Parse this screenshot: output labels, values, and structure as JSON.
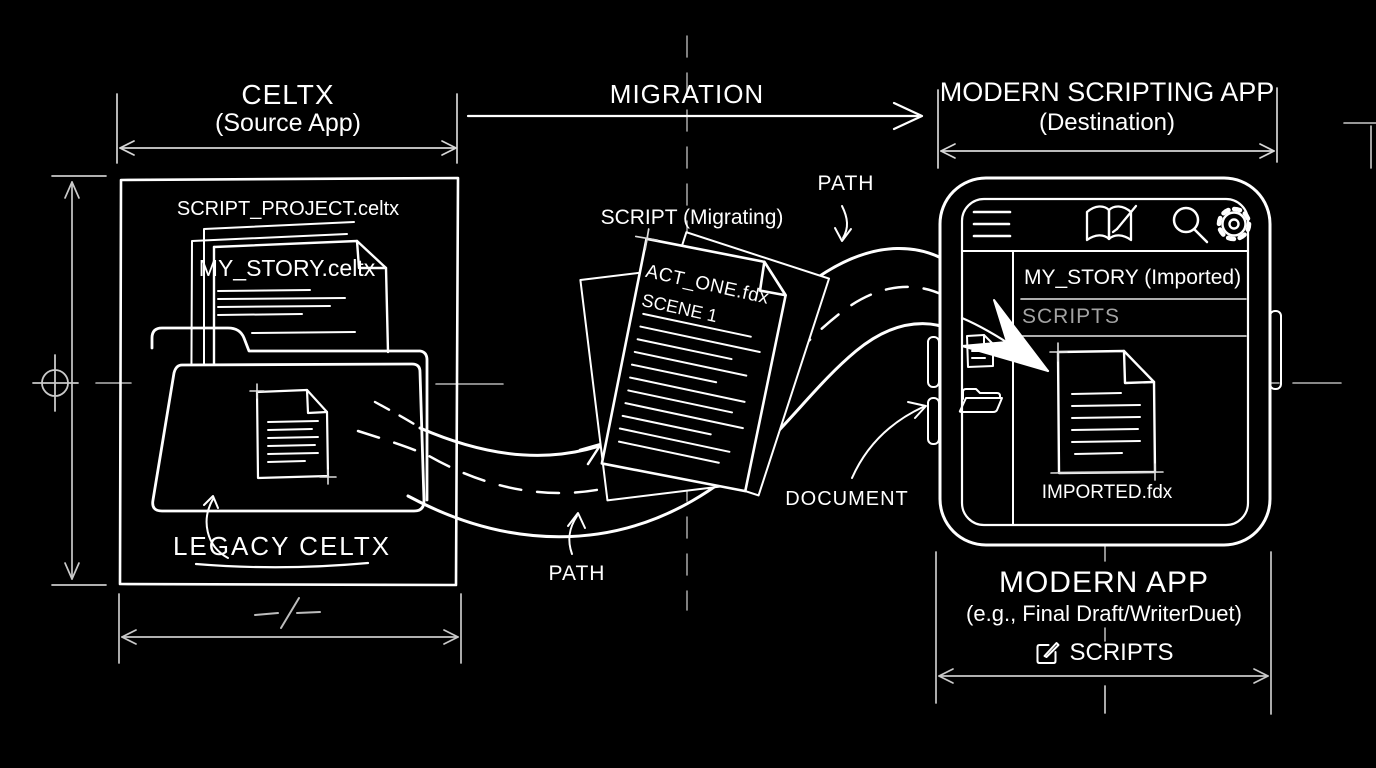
{
  "colors": {
    "background": "#000000",
    "ink": "#ffffff",
    "dimension_lines": "#c9c9c9",
    "muted_text": "#a3a3a3"
  },
  "header": {
    "source": {
      "title": "CELTX",
      "subtitle": "(Source App)"
    },
    "migration_label": "MIGRATION",
    "destination": {
      "title": "MODERN SCRIPTING APP",
      "subtitle": "(Destination)"
    }
  },
  "source_app": {
    "project_file": "SCRIPT_PROJECT.celtx",
    "story_file": "MY_STORY.celtx",
    "folder_label": "LEGACY CELTX"
  },
  "migrating_script": {
    "label": "SCRIPT (Migrating)",
    "filename": "ACT_ONE.fdx",
    "scene": "SCENE 1"
  },
  "annotations": {
    "path_top": "PATH",
    "path_bottom": "PATH",
    "document": "DOCUMENT"
  },
  "device": {
    "icons": [
      "menu-icon",
      "book-pencil-icon",
      "search-icon",
      "settings-icon"
    ],
    "title": "MY_STORY (Imported)",
    "section_label": "SCRIPTS",
    "imported_file": "IMPORTED.fdx"
  },
  "modern_app": {
    "title": "MODERN APP",
    "subtitle": "(e.g., Final Draft/WriterDuet)",
    "scripts_label": "SCRIPTS"
  }
}
